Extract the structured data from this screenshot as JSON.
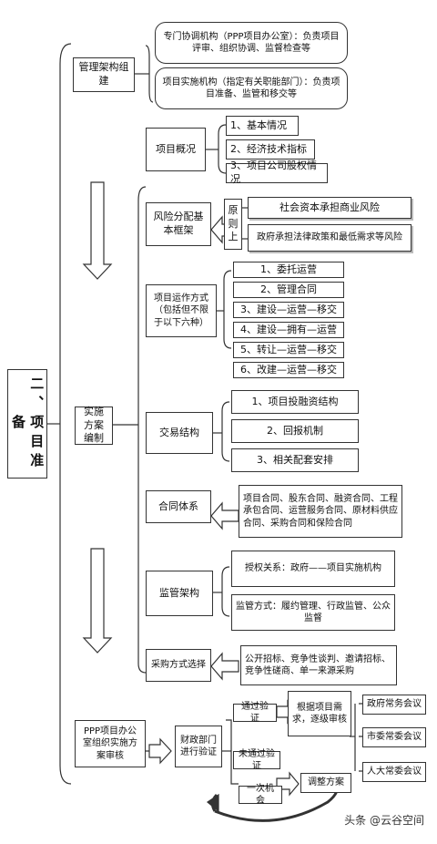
{
  "main_title": "二、项目准备",
  "management": {
    "label": "管理架构组建",
    "items": [
      "专门协调机构（PPP项目办公室）：负责项目评审、组织协调、监督检查等",
      "项目实施机构（指定有关职能部门）：负责项目准备、监管和移交等"
    ]
  },
  "plan": {
    "label": "实施方案编制",
    "overview": {
      "label": "项目概况",
      "items": [
        "1、基本情况",
        "2、经济技术指标",
        "3、项目公司股权情况"
      ]
    },
    "risk": {
      "label": "风险分配基本框架",
      "principle": "原则上",
      "items": [
        "社会资本承担商业风险",
        "政府承担法律政策和最低需求等风险"
      ]
    },
    "operation": {
      "label": "项目运作方式（包括但不限于以下六种）",
      "items": [
        "1、委托运营",
        "2、管理合同",
        "3、建设—运营—移交",
        "4、建设—拥有—运营",
        "5、转让—运营—移交",
        "6、改建—运营—移交"
      ]
    },
    "transaction": {
      "label": "交易结构",
      "items": [
        "1、项目投融资结构",
        "2、回报机制",
        "3、相关配套安排"
      ]
    },
    "contract": {
      "label": "合同体系",
      "text": "项目合同、股东合同、融资合同、工程承包合同、运营服务合同、原材料供应合同、采购合同和保险合同"
    },
    "supervision": {
      "label": "监管架构",
      "items": [
        "授权关系：政府——项目实施机构",
        "监管方式：履约管理、行政监管、公众监督"
      ]
    },
    "procurement": {
      "label": "采购方式选择",
      "text": "公开招标、竞争性谈判、邀请招标、竞争性磋商、单一来源采购"
    }
  },
  "review": {
    "office": "PPP项目办公室组织实施方案审核",
    "finance": "财政部门进行验证",
    "pass": "通过验证",
    "fail": "未通过验证",
    "one_chance": "一次机会",
    "adjust": "调整方案",
    "demand": "根据项目需求，逐级审核",
    "meetings": [
      "政府常务会议",
      "市委常委会议",
      "人大常委会议"
    ]
  },
  "watermark": "头条 @云谷空间"
}
